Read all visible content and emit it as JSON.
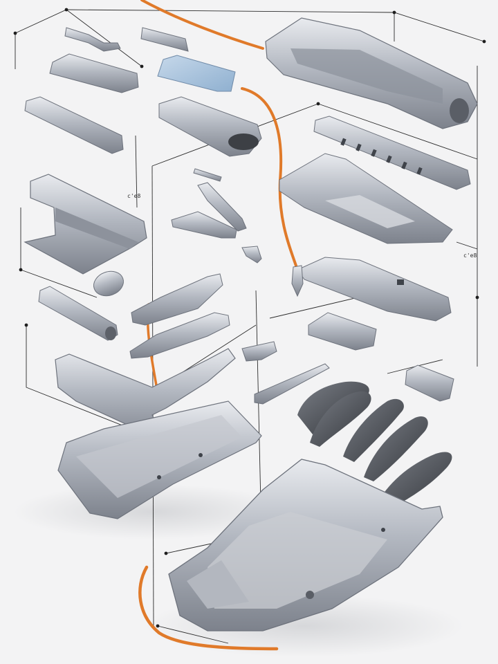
{
  "diagram": {
    "type": "exploded-view illustration",
    "annotations": [
      {
        "id": "dim-left",
        "text": "c'e8"
      },
      {
        "id": "dim-right",
        "text": "c'e8"
      }
    ],
    "colors": {
      "background": "#f3f3f4",
      "metal_light": "#d9dce2",
      "metal_mid": "#a4a9b3",
      "metal_dark": "#6d727c",
      "rubber": "#4a4d53",
      "cable": "#e07a2a",
      "glass": "#9fbbd6",
      "leader_line": "#2b2b2b"
    }
  }
}
